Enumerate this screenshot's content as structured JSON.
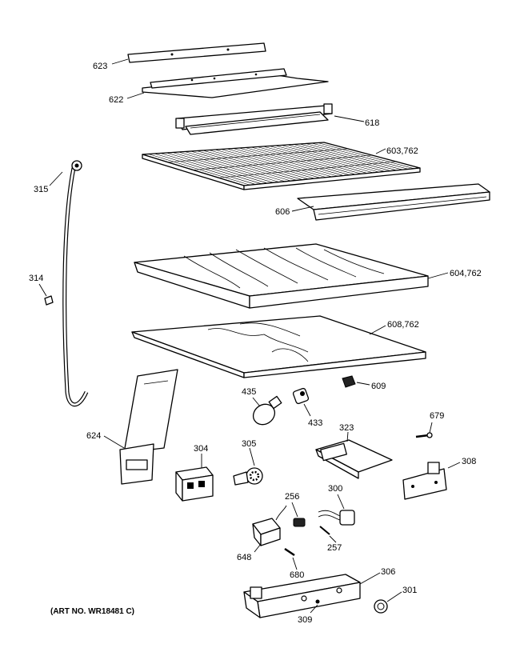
{
  "callouts": {
    "c623": "623",
    "c622": "622",
    "c618": "618",
    "c603": "603,762",
    "c315": "315",
    "c606": "606",
    "c314": "314",
    "c604": "604,762",
    "c608": "608,762",
    "c609": "609",
    "c435": "435",
    "c433": "433",
    "c679": "679",
    "c624": "624",
    "c323": "323",
    "c304": "304",
    "c305": "305",
    "c308": "308",
    "c256": "256",
    "c300": "300",
    "c257": "257",
    "c648": "648",
    "c680": "680",
    "c306": "306",
    "c301": "301",
    "c309": "309"
  },
  "art_number": "(ART NO. WR18481 C)"
}
